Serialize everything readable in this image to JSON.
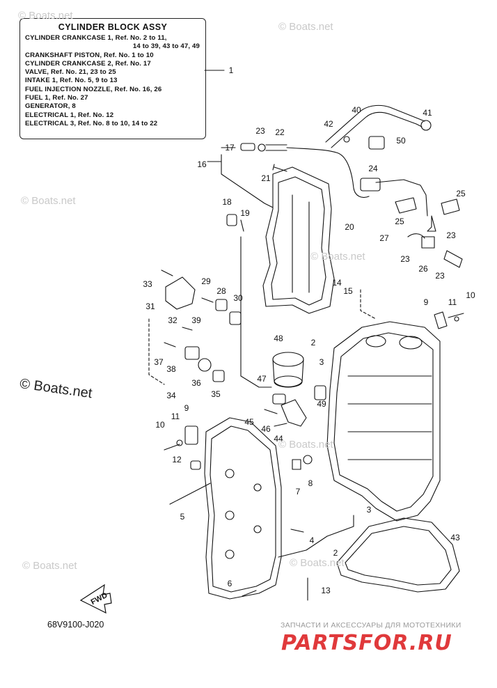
{
  "legend": {
    "title": "CYLINDER BLOCK ASSY",
    "lines": [
      {
        "text": "CYLINDER CRANKCASE 1, Ref. No. 2 to 11,",
        "indent": false
      },
      {
        "text": "14 to 39, 43 to 47, 49",
        "indent": true
      },
      {
        "text": "CRANKSHAFT PISTON, Ref. No. 1 to 10",
        "indent": false
      },
      {
        "text": "CYLINDER CRANKCASE 2, Ref. No. 17",
        "indent": false
      },
      {
        "text": "VALVE, Ref. No. 21, 23 to 25",
        "indent": false
      },
      {
        "text": "INTAKE 1, Ref. No. 5, 9 to 13",
        "indent": false
      },
      {
        "text": "FUEL INJECTION NOZZLE, Ref. No. 16, 26",
        "indent": false
      },
      {
        "text": "FUEL 1, Ref. No. 27",
        "indent": false
      },
      {
        "text": "GENERATOR, 8",
        "indent": false
      },
      {
        "text": "ELECTRICAL 1, Ref. No. 12",
        "indent": false
      },
      {
        "text": "ELECTRICAL 3, Ref. No. 8 to 10, 14 to 22",
        "indent": false
      }
    ]
  },
  "callouts": [
    {
      "label": "1"
    },
    {
      "label": "40"
    },
    {
      "label": "41"
    },
    {
      "label": "42"
    },
    {
      "label": "50"
    },
    {
      "label": "23"
    },
    {
      "label": "22"
    },
    {
      "label": "17"
    },
    {
      "label": "16"
    },
    {
      "label": "24"
    },
    {
      "label": "21"
    },
    {
      "label": "25"
    },
    {
      "label": "25"
    },
    {
      "label": "18"
    },
    {
      "label": "19"
    },
    {
      "label": "20"
    },
    {
      "label": "27"
    },
    {
      "label": "23"
    },
    {
      "label": "23"
    },
    {
      "label": "26"
    },
    {
      "label": "23"
    },
    {
      "label": "33"
    },
    {
      "label": "29"
    },
    {
      "label": "28"
    },
    {
      "label": "30"
    },
    {
      "label": "14"
    },
    {
      "label": "15"
    },
    {
      "label": "9"
    },
    {
      "label": "11"
    },
    {
      "label": "10"
    },
    {
      "label": "31"
    },
    {
      "label": "32"
    },
    {
      "label": "39"
    },
    {
      "label": "48"
    },
    {
      "label": "2"
    },
    {
      "label": "3"
    },
    {
      "label": "37"
    },
    {
      "label": "38"
    },
    {
      "label": "36"
    },
    {
      "label": "35"
    },
    {
      "label": "34"
    },
    {
      "label": "47"
    },
    {
      "label": "49"
    },
    {
      "label": "9"
    },
    {
      "label": "11"
    },
    {
      "label": "10"
    },
    {
      "label": "45"
    },
    {
      "label": "46"
    },
    {
      "label": "44"
    },
    {
      "label": "12"
    },
    {
      "label": "7"
    },
    {
      "label": "8"
    },
    {
      "label": "5"
    },
    {
      "label": "3"
    },
    {
      "label": "4"
    },
    {
      "label": "43"
    },
    {
      "label": "2"
    },
    {
      "label": "6"
    },
    {
      "label": "13"
    }
  ],
  "watermarks": [
    {
      "text": "© Boats.net"
    },
    {
      "text": "© Boats.net"
    },
    {
      "text": "© Boats.net"
    },
    {
      "text": "© Boats.net"
    },
    {
      "text": "© Boats.net"
    },
    {
      "text": "© Boats.net"
    },
    {
      "text": "© Boats.net"
    },
    {
      "text": "© Boats.net"
    }
  ],
  "diagram_code": "68V9100-J020",
  "fwd_label": "FWD",
  "parts_tagline": "ЗАПЧАСТИ И АКСЕССУАРЫ ДЛЯ МОТОТЕХНИКИ",
  "parts_logo": "PARTSFOR.RU",
  "colors": {
    "line": "#111111",
    "watermark": "#c9c9c9",
    "logo": "#e0393b"
  }
}
